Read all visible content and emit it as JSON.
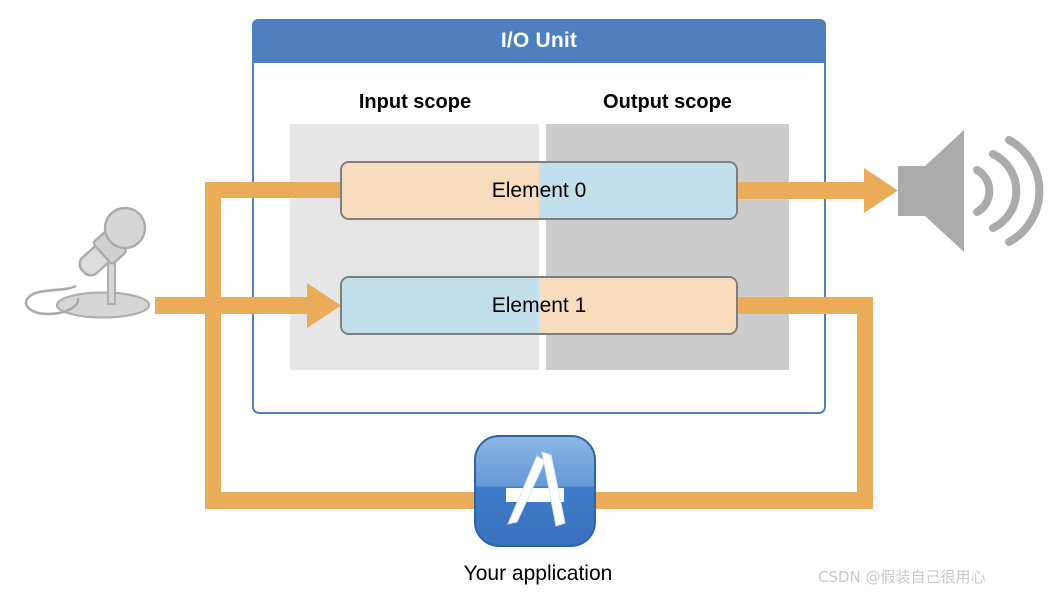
{
  "diagram": {
    "title": "I/O Unit",
    "io_unit": {
      "header_label": "I/O Unit",
      "header_color": "#4F7FBF",
      "border_color": "#4F7FBF"
    },
    "scopes": [
      {
        "id": "input",
        "label": "Input scope",
        "background_color": "#E6E6E6"
      },
      {
        "id": "output",
        "label": "Output scope",
        "background_color": "#CCCCCC"
      }
    ],
    "elements": [
      {
        "id": "element-0",
        "label": "Element 0",
        "left_half_color": "#F7DCBE",
        "right_half_color": "#C3DFEB",
        "border_color": "#7E7E7E"
      },
      {
        "id": "element-1",
        "label": "Element 1",
        "left_half_color": "#C3DFEB",
        "right_half_color": "#F7DCBE",
        "border_color": "#7E7E7E"
      }
    ],
    "nodes": [
      {
        "id": "microphone",
        "icon": "microphone-icon",
        "color": "#BFBFBF"
      },
      {
        "id": "speaker",
        "icon": "speaker-icon",
        "color": "#ABABAB"
      },
      {
        "id": "your-application",
        "icon": "app-store-icon",
        "caption": "Your application",
        "color": "#3E7AC4"
      }
    ],
    "signal_paths": {
      "color": "#EAAC58",
      "routes": [
        {
          "id": "mic-to-element-1",
          "from": "microphone",
          "to": "element-1",
          "arrow": true
        },
        {
          "id": "element-0-to-speaker",
          "from": "element-0",
          "to": "speaker",
          "arrow": true
        },
        {
          "id": "element-1-to-application",
          "from": "element-1",
          "to": "your-application",
          "arrow": false
        },
        {
          "id": "application-to-element-0",
          "from": "your-application",
          "to": "element-0",
          "arrow": false
        }
      ]
    },
    "watermark": "CSDN @假装自己很用心"
  }
}
